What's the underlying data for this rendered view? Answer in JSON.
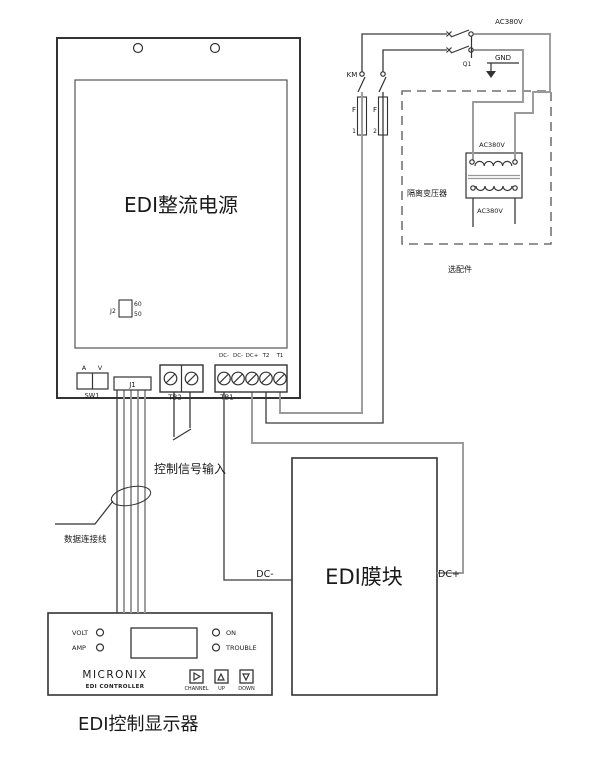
{
  "diagram": {
    "rectifier": {
      "title": "EDI整流电源",
      "j2_label": "J2",
      "j2_top": "60",
      "j2_bottom": "50",
      "sw1_a": "A",
      "sw1_v": "V",
      "sw1_label": "SW1",
      "j1_label": "J1",
      "tb2_label": "TB2",
      "tb1_label": "TB1",
      "tb1_terminals": [
        "DC-",
        "DC-",
        "DC+",
        "T2",
        "T1"
      ]
    },
    "supply": {
      "ac_in": "AC380V",
      "km": "KM",
      "q1": "Q1",
      "gnd": "GND",
      "fuse": "F",
      "fuse1_no": "1",
      "fuse2_no": "2"
    },
    "optional_box": {
      "caption": "选配件",
      "transformer_label": "隔离变压器",
      "ac_primary": "AC380V",
      "ac_secondary": "AC380V"
    },
    "module": {
      "title": "EDI膜块",
      "dc_minus": "DC-",
      "dc_plus": "DC+"
    },
    "notes": {
      "control_signal": "控制信号输入",
      "data_cable": "数据连接线"
    },
    "controller": {
      "volt": "VOLT",
      "amp": "AMP",
      "on": "ON",
      "trouble": "TROUBLE",
      "brand": "MICRONIX",
      "model": "EDI CONTROLLER",
      "btn_channel": "CHANNEL",
      "btn_up": "UP",
      "btn_down": "DOWN",
      "caption": "EDI控制显示器"
    },
    "colors": {
      "wire_gray": "#9a9a9a",
      "wire_black": "#3a3a3a"
    }
  }
}
